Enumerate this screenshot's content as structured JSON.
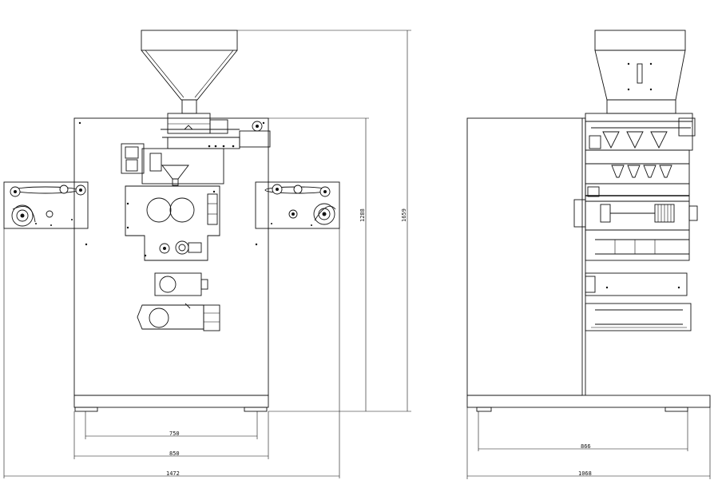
{
  "dimensions": {
    "front_inner_width": "750",
    "front_frame_width": "850",
    "front_total_width": "1472",
    "front_cabinet_height": "1288",
    "front_total_height": "1659",
    "side_inner_width": "866",
    "side_total_width": "1068"
  }
}
